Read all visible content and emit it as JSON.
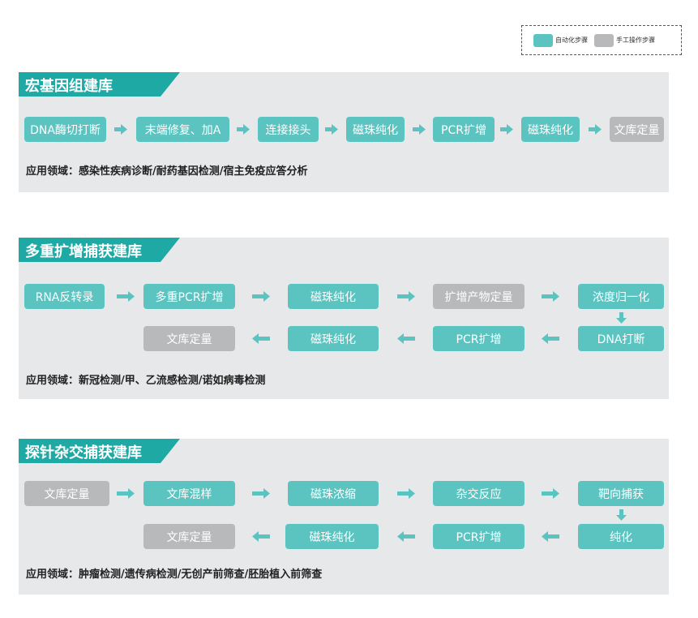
{
  "legend": {
    "auto_label": "自动化步骤",
    "manual_label": "手工操作步骤"
  },
  "colors": {
    "auto": "#5bc4c1",
    "manual": "#b7b9bb",
    "title_band": "#1fa9a4",
    "panel": "#e7e8e9"
  },
  "sections": [
    {
      "title": "宏基因组建库",
      "steps": [
        {
          "label": "DNA酶切打断",
          "type": "auto"
        },
        {
          "label": "末端修复、加A",
          "type": "auto"
        },
        {
          "label": "连接接头",
          "type": "auto"
        },
        {
          "label": "磁珠纯化",
          "type": "auto"
        },
        {
          "label": "PCR扩增",
          "type": "auto"
        },
        {
          "label": "磁珠纯化",
          "type": "auto"
        },
        {
          "label": "文库定量",
          "type": "manual"
        }
      ],
      "application": "应用领域：感染性疾病诊断/耐药基因检测/宿主免疫应答分析"
    },
    {
      "title": "多重扩增捕获建库",
      "steps": [
        {
          "label": "RNA反转录",
          "type": "auto"
        },
        {
          "label": "多重PCR扩增",
          "type": "auto"
        },
        {
          "label": "磁珠纯化",
          "type": "auto"
        },
        {
          "label": "扩增产物定量",
          "type": "manual"
        },
        {
          "label": "浓度归一化",
          "type": "auto"
        },
        {
          "label": "DNA打断",
          "type": "auto"
        },
        {
          "label": "PCR扩增",
          "type": "auto"
        },
        {
          "label": "磁珠纯化",
          "type": "auto"
        },
        {
          "label": "文库定量",
          "type": "manual"
        }
      ],
      "application": "应用领域：新冠检测/甲、乙流感检测/诺如病毒检测"
    },
    {
      "title": "探针杂交捕获建库",
      "steps": [
        {
          "label": "文库定量",
          "type": "manual"
        },
        {
          "label": "文库混样",
          "type": "auto"
        },
        {
          "label": "磁珠浓缩",
          "type": "auto"
        },
        {
          "label": "杂交反应",
          "type": "auto"
        },
        {
          "label": "靶向捕获",
          "type": "auto"
        },
        {
          "label": "纯化",
          "type": "auto"
        },
        {
          "label": "PCR扩增",
          "type": "auto"
        },
        {
          "label": "磁珠纯化",
          "type": "auto"
        },
        {
          "label": "文库定量",
          "type": "manual"
        }
      ],
      "application": "应用领域：肿瘤检测/遗传病检测/无创产前筛查/胚胎植入前筛查"
    }
  ]
}
